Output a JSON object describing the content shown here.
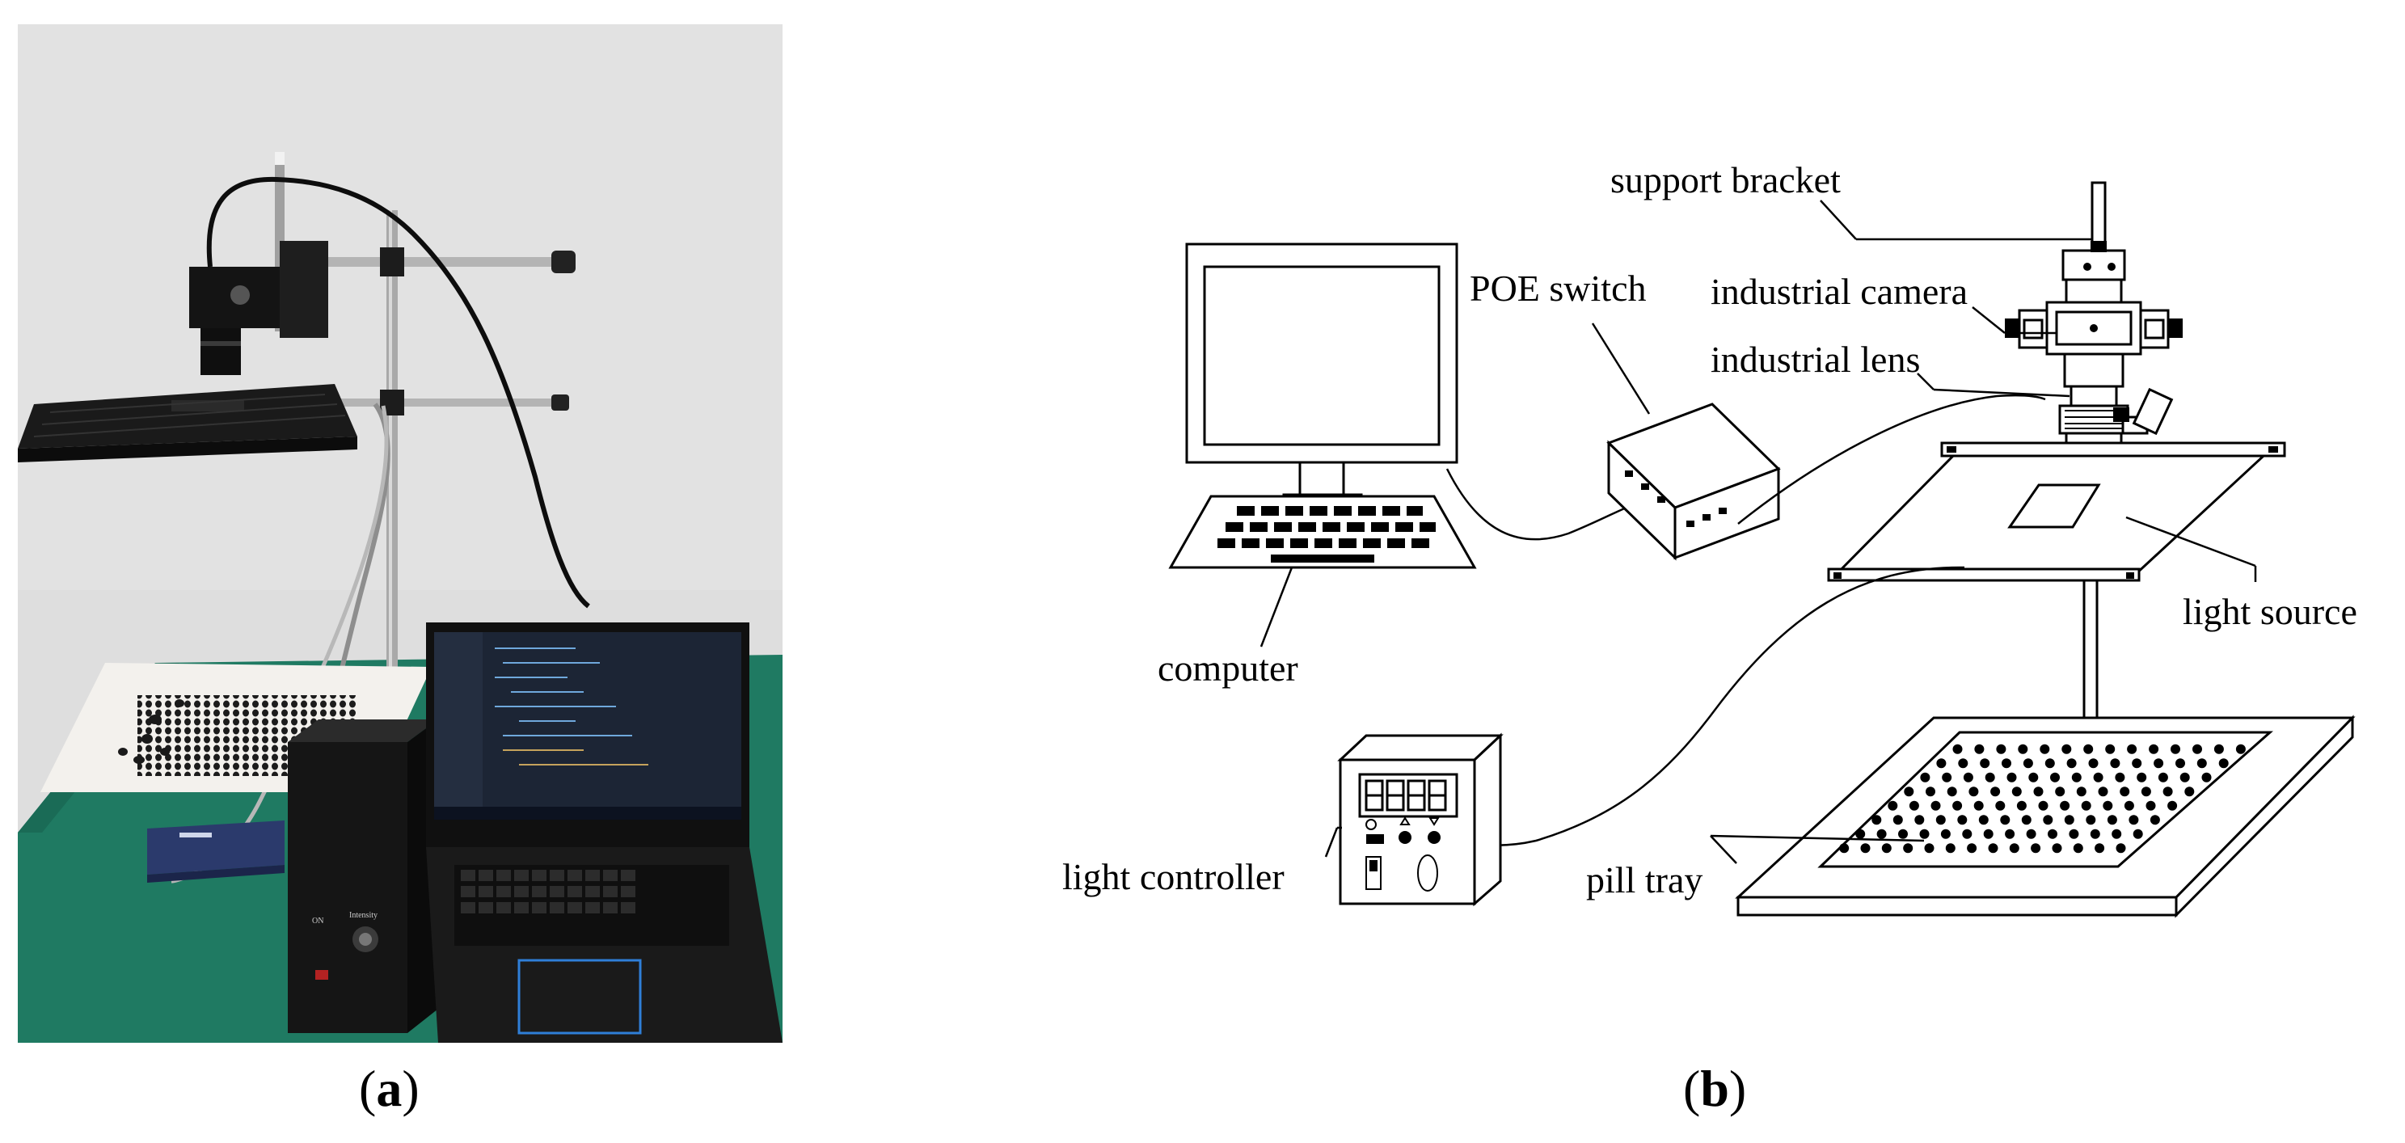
{
  "panels": {
    "a": {
      "label": "a"
    },
    "b": {
      "label": "b"
    }
  },
  "diagram": {
    "labels": {
      "support_bracket": "support bracket",
      "poe_switch": "POE switch",
      "industrial_camera": "industrial camera",
      "industrial_lens": "industrial lens",
      "computer": "computer",
      "light_source": "light source",
      "light_controller": "light controller",
      "pill_tray": "pill tray"
    }
  },
  "colors": {
    "wall": "#dcdcdc",
    "table": "#1f7a62",
    "device_black": "#161616",
    "paper": "#f4f2ee",
    "laptop_screen": "#1c2535",
    "line": "#000000"
  }
}
